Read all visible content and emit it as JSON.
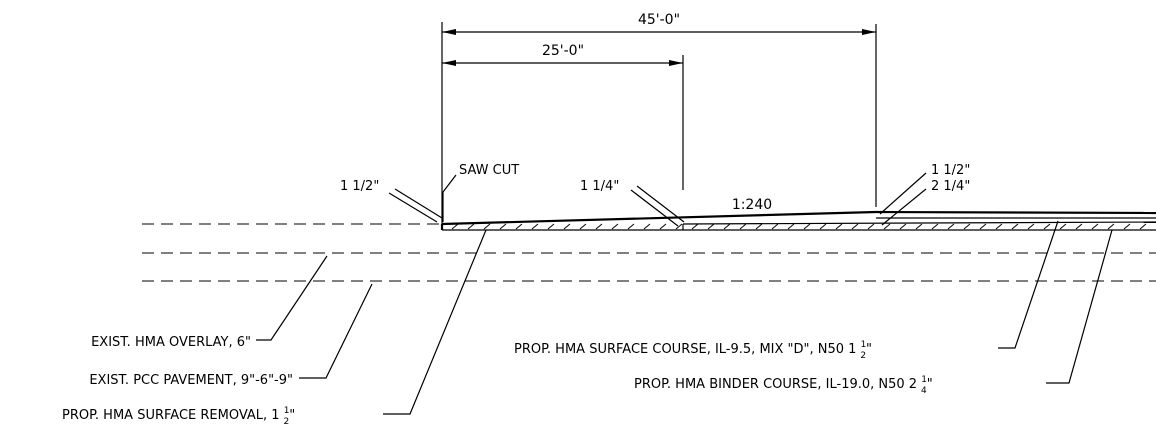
{
  "dimensions": {
    "overall": "45'-0\"",
    "partial": "25'-0\""
  },
  "callouts": {
    "saw_cut": "SAW CUT",
    "left_depth": "1 1/2\"",
    "mid_depth": "1 1/4\"",
    "right_depth_top": "1 1/2\"",
    "right_depth_bottom": "2 1/4\"",
    "slope": "1:240"
  },
  "labels": {
    "exist_hma_overlay": "EXIST. HMA OVERLAY, 6\"",
    "exist_pcc_pavement": "EXIST. PCC PAVEMENT, 9\"-6\"-9\"",
    "prop_surface_removal": "PROP. HMA SURFACE REMOVAL, 1",
    "prop_surface_course": "PROP. HMA SURFACE COURSE, IL-9.5, MIX \"D\", N50 1",
    "prop_binder_course": "PROP. HMA BINDER COURSE, IL-19.0, N50 2",
    "fraction_half_num": "1",
    "fraction_half_den": "2",
    "fraction_quarter_num": "1",
    "fraction_quarter_den": "4",
    "inch_mark": "\""
  }
}
